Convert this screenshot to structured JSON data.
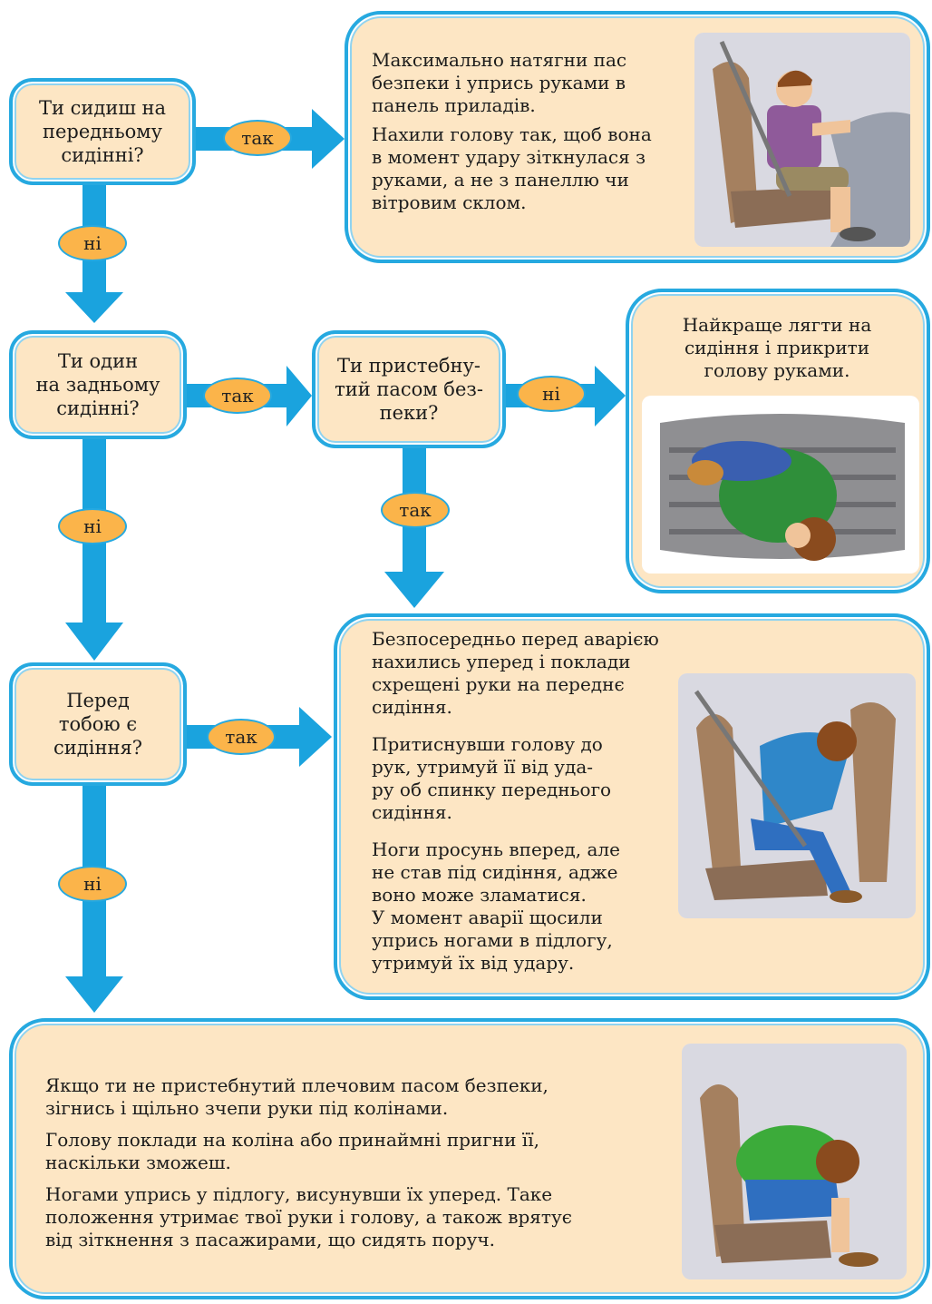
{
  "questions": {
    "q1": "Ти сидиш на\nпередньому\nсидінні?",
    "q2": "Ти один\nна задньому\nсидінні?",
    "q3": "Ти пристебну-\nтий пасом без-\nпеки?",
    "q4": "Перед\nтобою є\nсидіння?"
  },
  "labels": {
    "yes": "так",
    "no": "ні"
  },
  "answers": {
    "front_seat": "Максимально натягни пас\nбезпеки і упрись руками в\nпанель приладів.",
    "front_seat_2": "Нахили голову так, щоб вона\nв момент удару зіткнулася з\nруками, а не з панеллю чи\nвітровим склом.",
    "lie_down": "Найкраще лягти на\nсидіння і прикрити\nголову руками.",
    "seat_ahead_1": "Безпосередньо перед аварією\nнахились уперед і поклади\nсхрещені руки на переднє\nсидіння.",
    "seat_ahead_2": "Притиснувши голову до\nрук, утримуй її від уда-\nру об спинку переднього\nсидіння.",
    "seat_ahead_3": "Ноги просунь вперед, але\nне став під сидіння, адже\nвоно може зламатися.\nУ момент аварії щосили\nупрись ногами в підлогу,\nутримуй їх від удару.",
    "no_belt_1": "Якщо ти не пристебнутий плечовим пасом безпеки,\nзігнись і щільно зчепи руки під колінами.",
    "no_belt_2": "Голову поклади на коліна або принаймні пригни її,\nнаскільки зможеш.",
    "no_belt_3": "Ногами упрись у підлогу, висунувши їх уперед. Таке\nположення утримає твої руки і голову, а також врятує\nвід зіткнення з пасажирами, що сидять поруч."
  },
  "colors": {
    "arrow": "#1aa3de",
    "box_fill": "#fde6c4",
    "box_border": "#26a9e0",
    "pill": "#fbb44a"
  }
}
